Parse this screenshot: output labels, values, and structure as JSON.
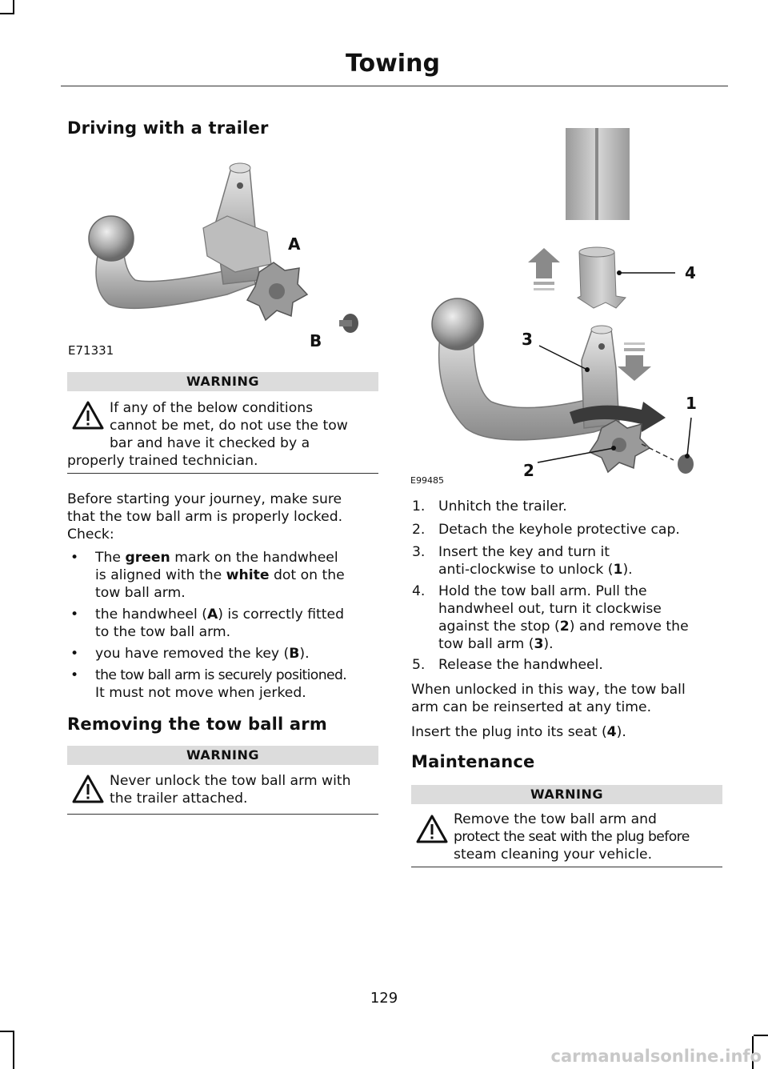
{
  "header": {
    "title": "Towing"
  },
  "left": {
    "heading1": "Driving with a trailer",
    "figure1": {
      "code": "E71331",
      "label_a": "A",
      "label_b": "B"
    },
    "warning1": {
      "title": "WARNING",
      "line1": "If any of the below conditions",
      "line2": "cannot be met, do not use the tow",
      "line3": "bar and have it checked by a",
      "line4": "properly trained technician."
    },
    "intro": {
      "line1": "Before starting your journey, make sure",
      "line2": "that the tow ball arm is properly locked.",
      "line3": "Check:"
    },
    "bullets": [
      {
        "pre": "The ",
        "bold1": "green",
        "mid": " mark on the handwheel",
        "line2_pre": "is aligned with the ",
        "bold2": "white",
        "line2_post": " dot on the",
        "line3": "tow ball arm."
      },
      {
        "pre": "the handwheel (",
        "bold": "A",
        "post": ") is correctly fitted",
        "line2": "to the tow ball arm."
      },
      {
        "pre": "you have removed the key (",
        "bold": "B",
        "post": ")."
      },
      {
        "line1": "the tow ball arm is securely positioned.",
        "line2": "It must not move when jerked."
      }
    ],
    "bullet_char": "•",
    "heading2": "Removing the tow ball arm",
    "warning2": {
      "title": "WARNING",
      "line1": "Never unlock the tow ball arm with",
      "line2": "the trailer attached."
    }
  },
  "right": {
    "figure2": {
      "code": "E99485",
      "labels": [
        "1",
        "2",
        "3",
        "4"
      ]
    },
    "steps": [
      {
        "n": "1.",
        "line1": "Unhitch the trailer."
      },
      {
        "n": "2.",
        "line1": "Detach the keyhole protective cap."
      },
      {
        "n": "3.",
        "line1": "Insert the key and turn it",
        "line2_pre": "anti-clockwise to unlock (",
        "bold": "1",
        "line2_post": ")."
      },
      {
        "n": "4.",
        "line1": "Hold the tow ball arm. Pull the",
        "line2": "handwheel out, turn it clockwise",
        "line3_pre": "against the stop (",
        "bold1": "2",
        "line3_post": ") and remove the",
        "line4_pre": "tow ball arm (",
        "bold2": "3",
        "line4_post": ")."
      },
      {
        "n": "5.",
        "line1": "Release the handwheel."
      }
    ],
    "para1": {
      "line1": "When unlocked in this way, the tow ball",
      "line2": "arm can be reinserted at any time."
    },
    "para2": {
      "pre": "Insert the plug into its seat (",
      "bold": "4",
      "post": ")."
    },
    "heading3": "Maintenance",
    "warning3": {
      "title": "WARNING",
      "line1": "Remove the tow ball arm and",
      "line2": "protect the seat with the plug before",
      "line3": "steam cleaning your vehicle."
    }
  },
  "footer": {
    "page_number": "129",
    "watermark": "carmanualsonline.info"
  }
}
